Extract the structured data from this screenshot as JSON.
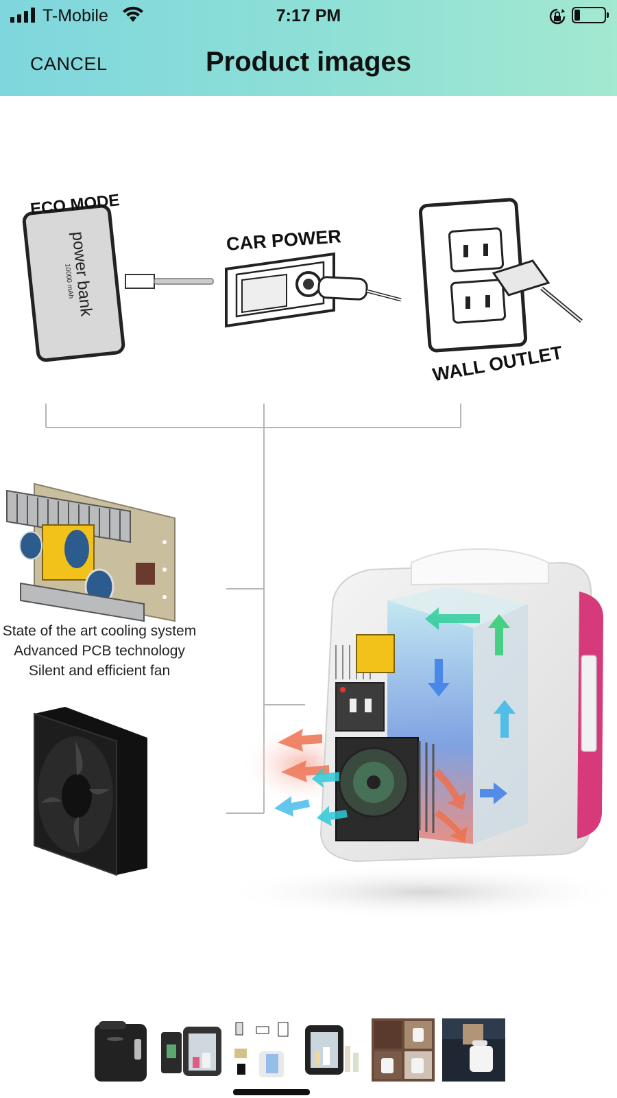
{
  "status_bar": {
    "carrier": "T-Mobile",
    "time": "7:17 PM"
  },
  "header": {
    "cancel_label": "CANCEL",
    "title": "Product images"
  },
  "product_image": {
    "labels": {
      "eco_mode": "ECO MODE",
      "car_power": "CAR POWER",
      "wall_outlet": "WALL OUTLET",
      "power_bank_text": "power bank",
      "power_bank_capacity": "10000 mAh"
    },
    "features": [
      "State of the art cooling system",
      "Advanced PCB technology",
      "Silent and efficient fan"
    ]
  },
  "thumbnails": {
    "count": 6,
    "selected_index": 2,
    "selected_color": "#111111"
  },
  "colors": {
    "header_start": "#7fd6dd",
    "header_end": "#a3e8d1",
    "fridge_accent": "#d63a7a"
  }
}
